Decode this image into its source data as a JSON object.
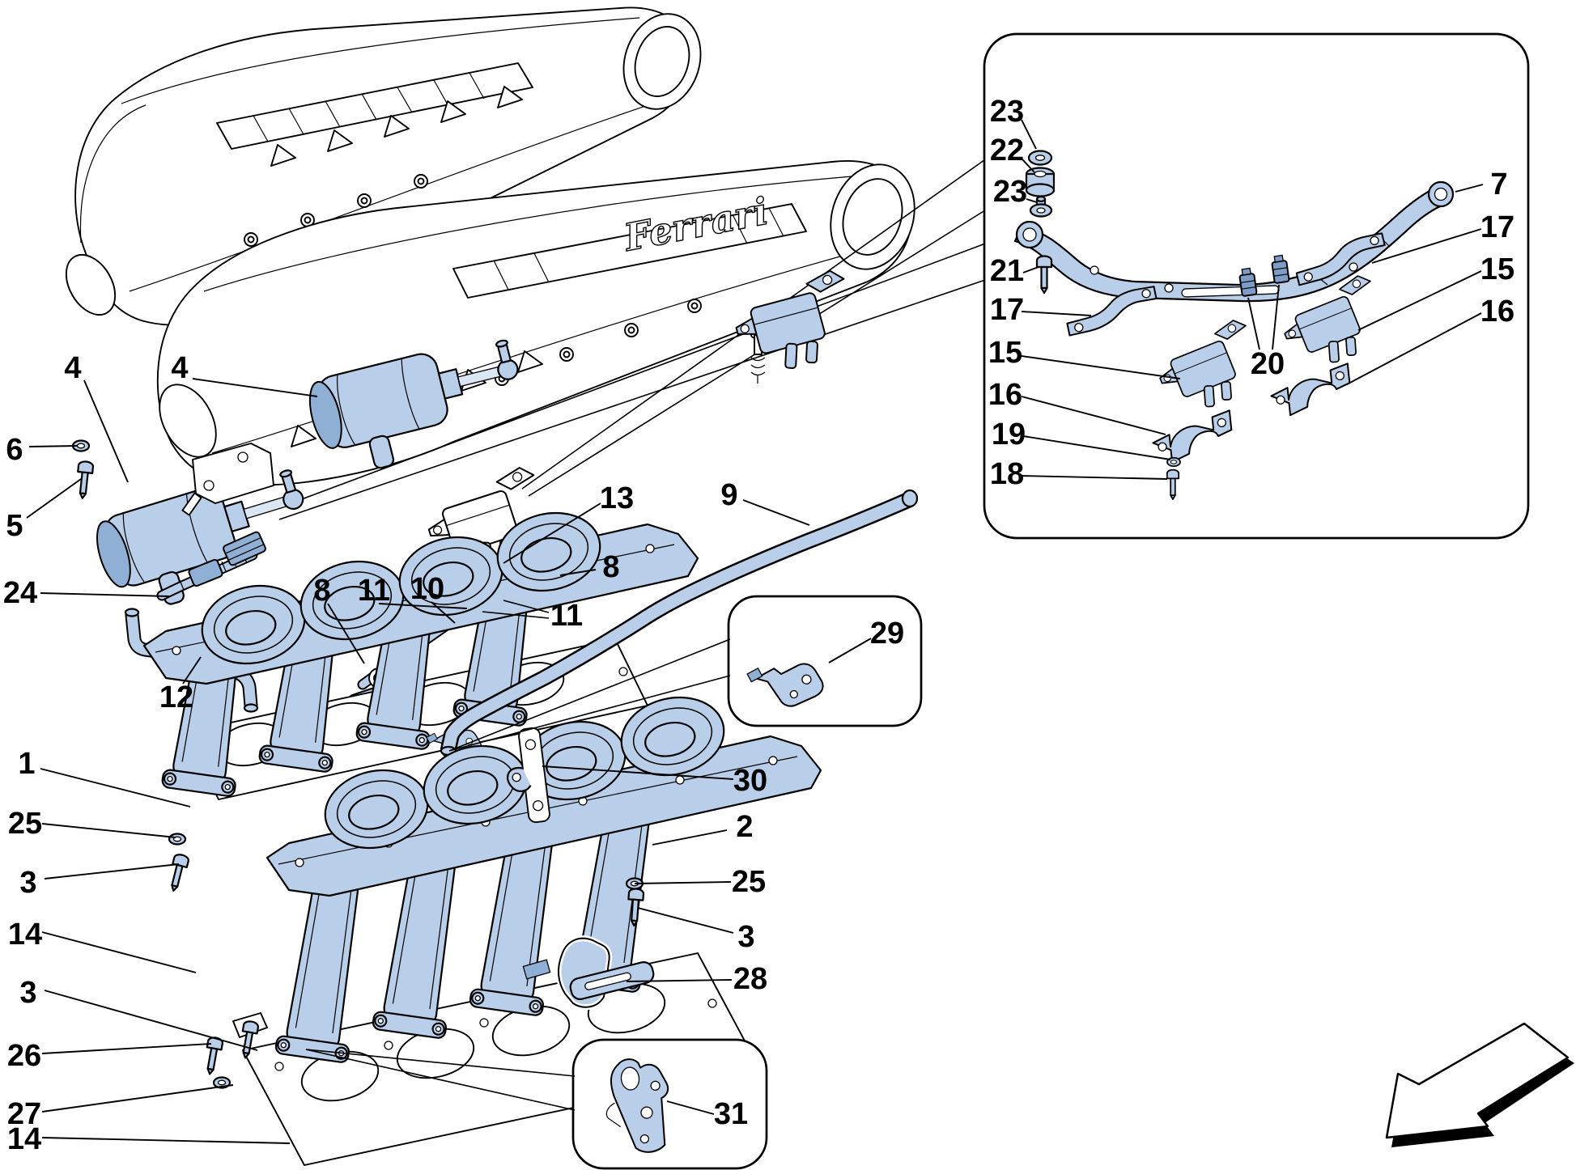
{
  "diagram": {
    "kind": "exploded-parts-diagram",
    "brand_script": "Ferrari",
    "colors": {
      "background": "#ffffff",
      "part_fill_blue": "#b9cee8",
      "part_fill_blue_dark": "#8fafd4",
      "connector_blue": "#7d9cc8",
      "line_art": "#000000"
    },
    "icons": {
      "direction_arrow": {
        "name": "direction-arrow",
        "style": "3d-outline",
        "direction": "down-left"
      }
    }
  },
  "callouts": [
    "4",
    "4",
    "6",
    "5",
    "24",
    "12",
    "8",
    "11",
    "10",
    "11",
    "13",
    "8",
    "9",
    "1",
    "25",
    "3",
    "14",
    "3",
    "26",
    "27",
    "14",
    "30",
    "2",
    "25",
    "3",
    "28",
    "29",
    "31",
    "23",
    "22",
    "23",
    "21",
    "17",
    "15",
    "16",
    "19",
    "18",
    "7",
    "17",
    "15",
    "16",
    "20"
  ]
}
